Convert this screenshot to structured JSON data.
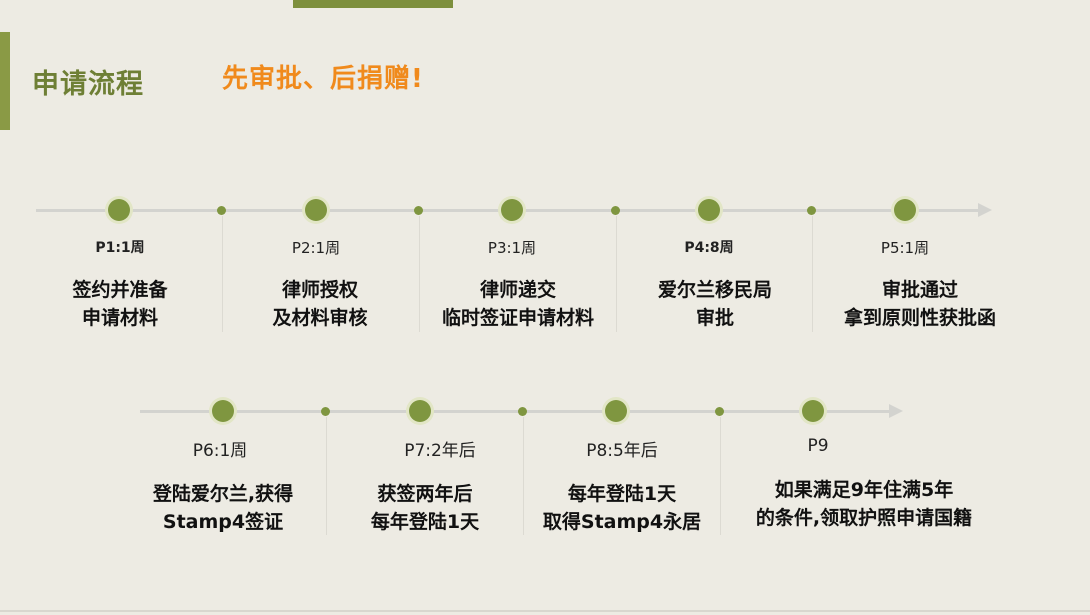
{
  "header": {
    "title": "申请流程",
    "subtitle": "先审批、后捐赠!"
  },
  "row1": [
    {
      "label": "P1:1周",
      "line1": "签约并准备",
      "line2": "申请材料"
    },
    {
      "label": "P2:1周",
      "line1": "律师授权",
      "line2": "及材料审核"
    },
    {
      "label": "P3:1周",
      "line1": "律师递交",
      "line2": "临时签证申请材料"
    },
    {
      "label": "P4:8周",
      "line1": "爱尔兰移民局",
      "line2": "审批"
    },
    {
      "label": "P5:1周",
      "line1": "审批通过",
      "line2": "拿到原则性获批函"
    }
  ],
  "row2": [
    {
      "label": "P6:1周",
      "line1": "登陆爱尔兰,获得",
      "line2": "Stamp4签证"
    },
    {
      "label": "P7:2年后",
      "line1": "获签两年后",
      "line2": "每年登陆1天"
    },
    {
      "label": "P8:5年后",
      "line1": "每年登陆1天",
      "line2": "取得Stamp4永居"
    },
    {
      "label": "P9",
      "line1": "如果满足9年住满5年",
      "line2": "的条件,领取护照申请国籍"
    }
  ],
  "colors": {
    "accent_green": "#7f9640",
    "title_green": "#6e7f35",
    "subtitle_orange": "#f08a1c"
  }
}
